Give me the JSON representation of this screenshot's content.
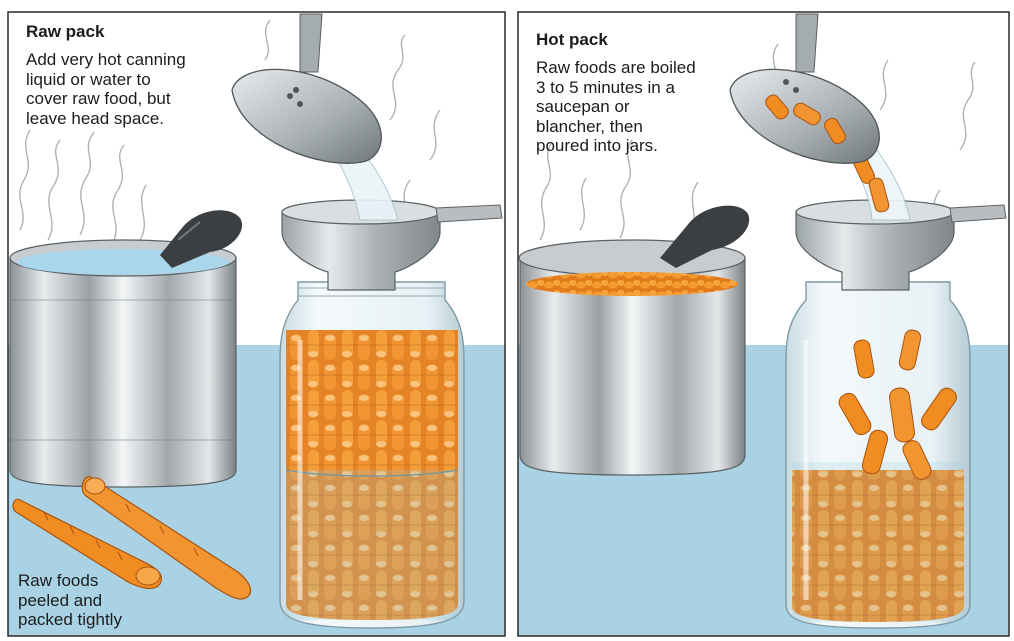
{
  "panels": [
    {
      "title": "Raw pack",
      "text": "Add very hot canning\nliquid or water to\ncover raw food, but\nleave head space.",
      "caption": "Raw foods\npeeled and\npacked tightly"
    },
    {
      "title": "Hot pack",
      "text": "Raw foods are boiled\n3 to 5 minutes in a\nsaucepan or\nblancher, then\npoured into jars."
    }
  ],
  "colors": {
    "counter": "#a9d3e4",
    "carrot": "#f08c22",
    "carrot_dark": "#c8661a",
    "steel": "#b9bec1",
    "steel_dark": "#6f7578",
    "glass": "#dde9ee",
    "water": "#bfe0ee",
    "ink": "#1c1c1c"
  },
  "icons": [
    "saucepan-icon",
    "ladle-icon",
    "funnel-icon",
    "jar-icon",
    "carrot-icon",
    "steam-icon"
  ]
}
